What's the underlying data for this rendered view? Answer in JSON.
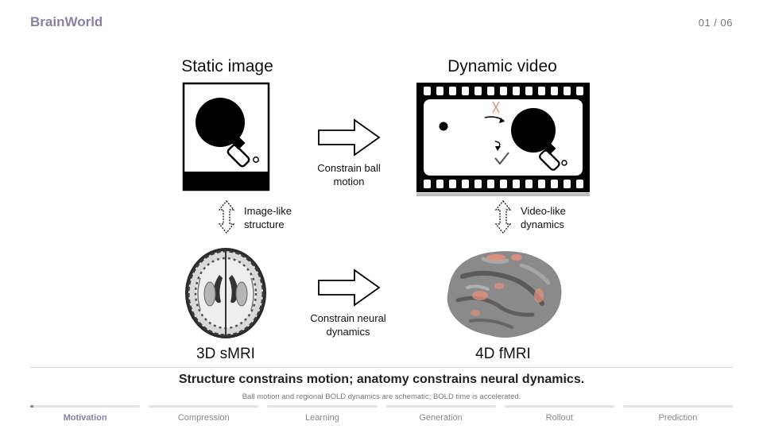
{
  "header": {
    "brand": "BrainWorld",
    "page_indicator": "01 / 06"
  },
  "panels": {
    "static_title": "Static image",
    "dynamic_title": "Dynamic video",
    "smri_title": "3D sMRI",
    "fmri_title": "4D fMRI"
  },
  "captions": {
    "ball_line1": "Constrain ball",
    "ball_line2": "motion",
    "neural_line1": "Constrain neural",
    "neural_line2": "dynamics",
    "image_line1": "Image-like",
    "image_line2": "structure",
    "video_line1": "Video-like",
    "video_line2": "dynamics"
  },
  "footer": {
    "summary": "Structure constrains motion; anatomy constrains neural dynamics.",
    "note": "Ball motion and regional BOLD dynamics are schematic; BOLD time is accelerated."
  },
  "progress": {
    "active_fraction": 0.03,
    "steps": [
      {
        "label": "Motivation",
        "active": true
      },
      {
        "label": "Compression",
        "active": false
      },
      {
        "label": "Learning",
        "active": false
      },
      {
        "label": "Generation",
        "active": false
      },
      {
        "label": "Rollout",
        "active": false
      },
      {
        "label": "Prediction",
        "active": false
      }
    ]
  },
  "colors": {
    "accent": "#8b7fa3",
    "wrong_mark": "#e08a70",
    "fmri_highlight": "#e8907e"
  },
  "icons": [
    "paddle-icon",
    "arrow-right-icon",
    "double-arrow-icon",
    "ball-icon",
    "check-icon",
    "cross-icon",
    "brain-slice-icon",
    "brain-surface-icon"
  ]
}
